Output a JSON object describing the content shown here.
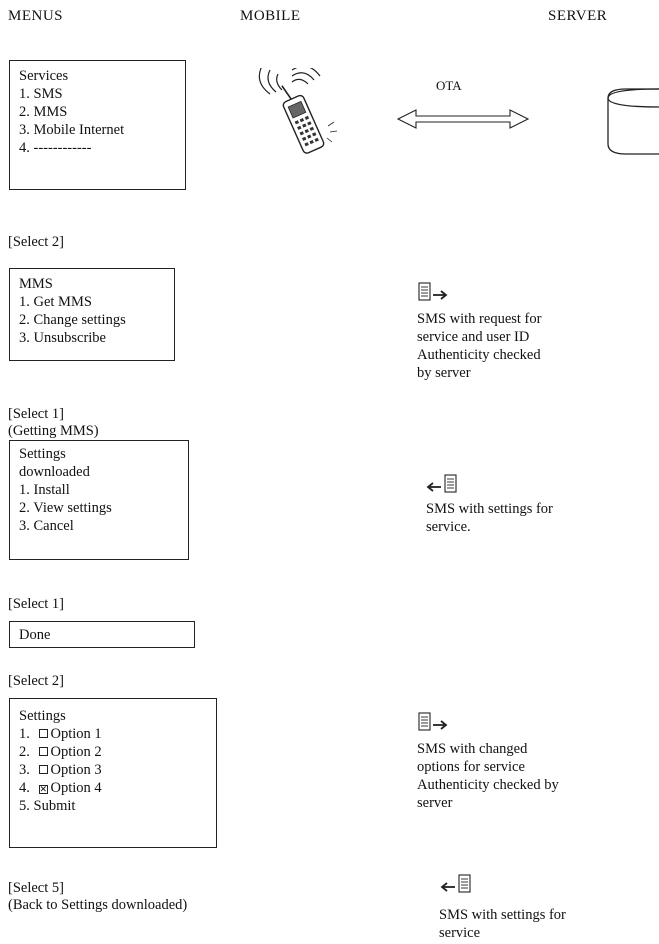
{
  "headers": {
    "menus": "MENUS",
    "mobile": "MOBILE",
    "server": "SERVER"
  },
  "ota_label": "OTA",
  "menu_services": {
    "title": "Services",
    "items": [
      "1. SMS",
      "2. MMS",
      "3. Mobile Internet",
      "4. ------------"
    ]
  },
  "select_a": "[Select 2]",
  "menu_mms": {
    "title": "MMS",
    "items": [
      "1. Get MMS",
      "2. Change settings",
      "3. Unsubscribe"
    ]
  },
  "note_request": "SMS with request for service and user ID Authenticity checked by server",
  "select_b": "[Select 1]",
  "select_b_sub": "(Getting MMS)",
  "menu_settings_downloaded": {
    "title_line1": "Settings",
    "title_line2": "downloaded",
    "items": [
      "1. Install",
      "2. View settings",
      "3. Cancel"
    ]
  },
  "note_settings_1": "SMS with settings for service.",
  "select_c": "[Select 1]",
  "menu_done": {
    "label": "Done"
  },
  "select_d": "[Select 2]",
  "menu_settings": {
    "title": "Settings",
    "options": [
      {
        "num": "1.",
        "label": "Option 1",
        "checked": false
      },
      {
        "num": "2.",
        "label": "Option 2",
        "checked": false
      },
      {
        "num": "3.",
        "label": "Option 3",
        "checked": false
      },
      {
        "num": "4.",
        "label": "Option 4",
        "checked": true
      }
    ],
    "submit": "5. Submit"
  },
  "note_changed": "SMS with changed options for service Authenticity checked by server",
  "select_e": "[Select 5]",
  "select_e_sub": "(Back to Settings downloaded)",
  "note_settings_2": "SMS with settings for service"
}
